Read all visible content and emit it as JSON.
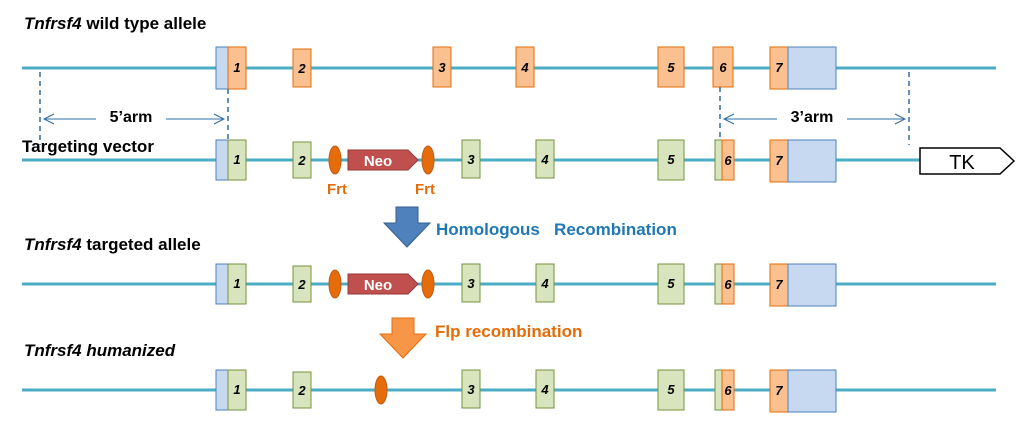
{
  "colors": {
    "line": "#4bacc6",
    "dash": "#2e6da4",
    "human_exon_fill": "#d7e4bd",
    "human_exon_stroke": "#77933c",
    "mouse_exon_fill": "#fac090",
    "mouse_exon_stroke": "#e46c0a",
    "utr_fill": "#c6d9f1",
    "utr_stroke": "#4f81bd",
    "frt_fill": "#e46c0a",
    "frt_label": "#e46c0a",
    "neo_fill": "#c0504d",
    "neo_stroke": "#953735",
    "neo_text": "#ffffff",
    "arrow_blue": "#4f81bd",
    "arrow_orange": "#f79646",
    "step_blue_text": "#1f77b4",
    "step_orange_text": "#e46c0a",
    "label_text": "#000000"
  },
  "rows": [
    {
      "id": "wild-type-allele",
      "title_gene": "Tnfrsf4",
      "title_rest": " wild type allele",
      "title_style": "bold-italic-gene"
    },
    {
      "id": "targeting-vector",
      "title_gene": "",
      "title_rest": "Targeting vector",
      "title_style": "plain"
    },
    {
      "id": "targeted-allele",
      "title_gene": "Tnfrsf4",
      "title_rest": " targeted allele",
      "title_style": "bold-italic-gene"
    },
    {
      "id": "humanized-allele",
      "title_gene": "Tnfrsf4 humanized",
      "title_rest": "",
      "title_style": "all-italic"
    }
  ],
  "exons": {
    "wild_type": [
      "1",
      "2",
      "3",
      "4",
      "5",
      "6",
      "7"
    ],
    "targeting_vector": [
      "1",
      "2",
      "3",
      "4",
      "5",
      "6",
      "7"
    ],
    "targeted_allele": [
      "1",
      "2",
      "3",
      "4",
      "5",
      "6",
      "7"
    ],
    "humanized": [
      "1",
      "2",
      "3",
      "4",
      "5",
      "6",
      "7"
    ]
  },
  "labels": {
    "five_arm": "5’arm",
    "three_arm": "3’arm",
    "neo": "Neo",
    "frt": "Frt",
    "tk": "TK"
  },
  "steps": {
    "homologous": "Homologous   Recombination",
    "flp": "Flp recombination"
  }
}
